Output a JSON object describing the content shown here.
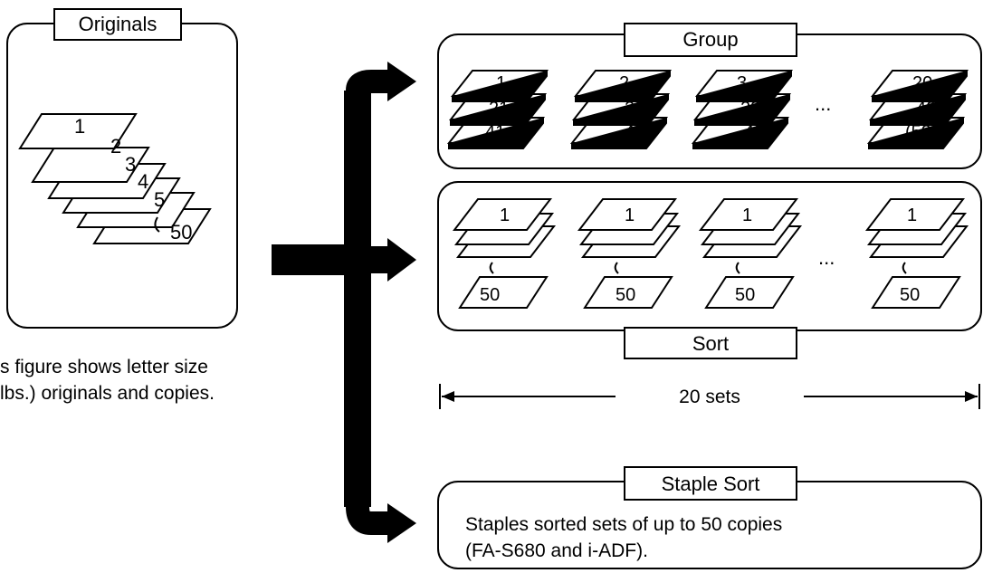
{
  "originals": {
    "title": "Originals",
    "pages": [
      "1",
      "2",
      "3",
      "4",
      "5",
      "50"
    ],
    "caption_line1": "s figure shows letter size",
    "caption_line2": "lbs.) originals and copies."
  },
  "group": {
    "title": "Group",
    "stacks": [
      [
        "1",
        "21",
        "41"
      ],
      [
        "2",
        "22",
        "42"
      ],
      [
        "3",
        "23",
        "43"
      ],
      [
        "20",
        "40",
        "(50)"
      ]
    ],
    "ellipsis": "..."
  },
  "sort": {
    "title": "Sort",
    "stacks": [
      {
        "top": "1",
        "bottom": "50"
      },
      {
        "top": "1",
        "bottom": "50"
      },
      {
        "top": "1",
        "bottom": "50"
      },
      {
        "top": "1",
        "bottom": "50"
      }
    ],
    "ellipsis": "..."
  },
  "sets_label": "20 sets",
  "staple_sort": {
    "title": "Staple Sort",
    "line1": "Staples sorted sets of up to 50 copies",
    "line2": "(FA-S680 and i-ADF)."
  }
}
